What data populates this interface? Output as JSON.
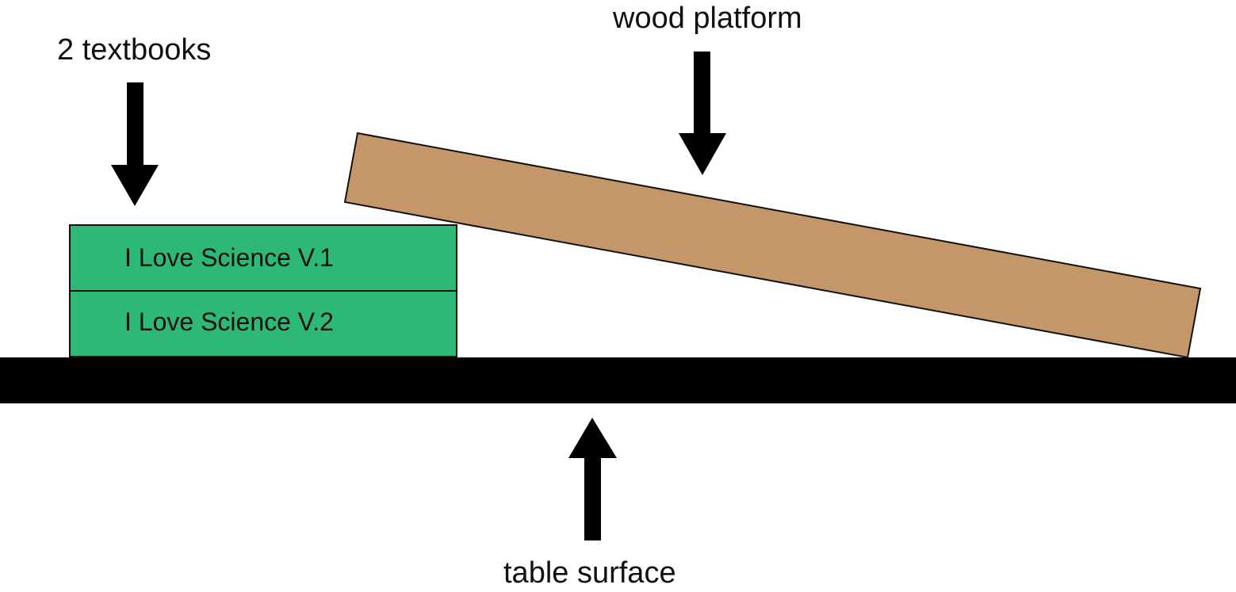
{
  "labels": {
    "textbooks": "2 textbooks",
    "platform": "wood platform",
    "table": "table surface"
  },
  "books": [
    {
      "title": "I Love Science V.1"
    },
    {
      "title": "I Love Science V.2"
    }
  ],
  "colors": {
    "book_fill": "#2db875",
    "wood_fill": "#c4976b",
    "table_fill": "#000000",
    "arrow_fill": "#000000",
    "outline": "#111111"
  },
  "icons": {
    "textbooks_arrow": "arrow-down-icon",
    "platform_arrow": "arrow-down-icon",
    "table_arrow": "arrow-up-icon"
  }
}
